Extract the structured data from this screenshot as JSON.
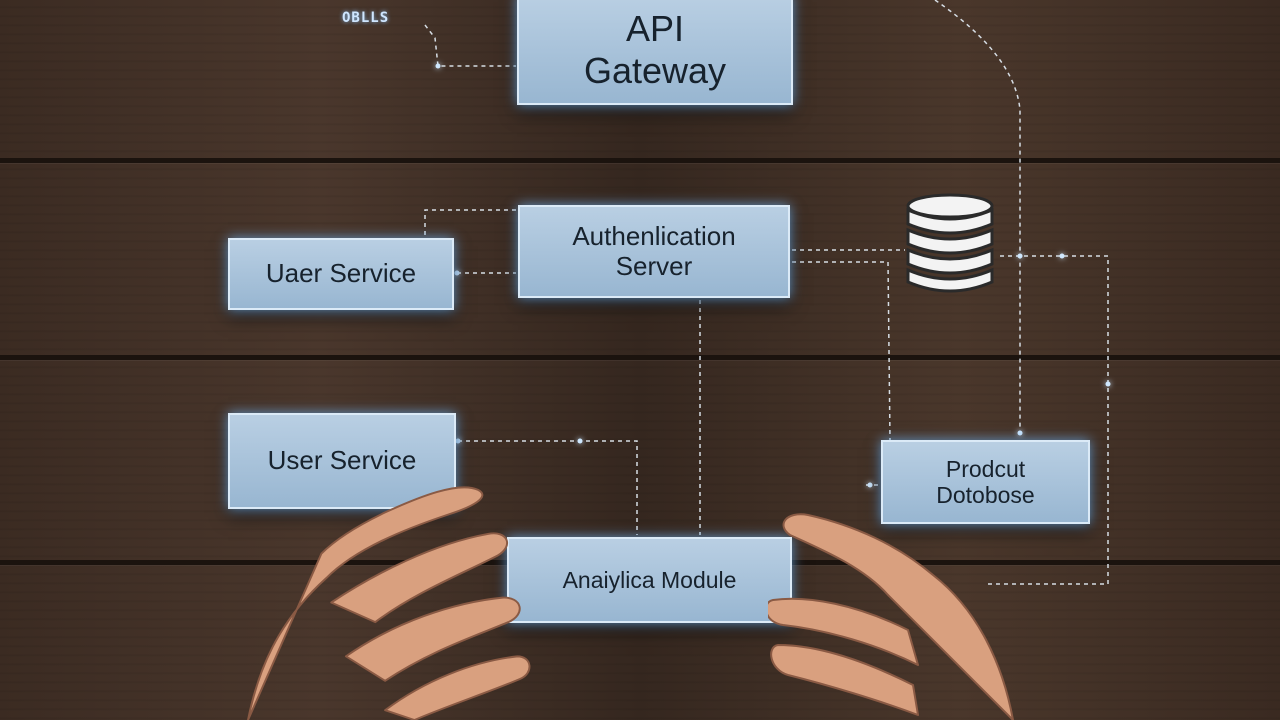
{
  "diagram": {
    "logo_text": "OBLLS",
    "nodes": {
      "api_gateway": "API\nGateway",
      "auth_server": "Authenlication\nServer",
      "user_service_top": "Uaer Service",
      "user_service_bottom": "User Service",
      "product_database": "Prodcut\nDotobose",
      "analytics_module": "Anaiylica Module"
    },
    "icons": [
      "database-icon",
      "left-hand-icon",
      "right-hand-icon"
    ]
  },
  "colors": {
    "node_fill": "#a9c4dc",
    "node_border": "#dbeaf7",
    "glow": "#7ec3ff",
    "connector": "#d6dde4",
    "wood": "#3f2e24"
  }
}
